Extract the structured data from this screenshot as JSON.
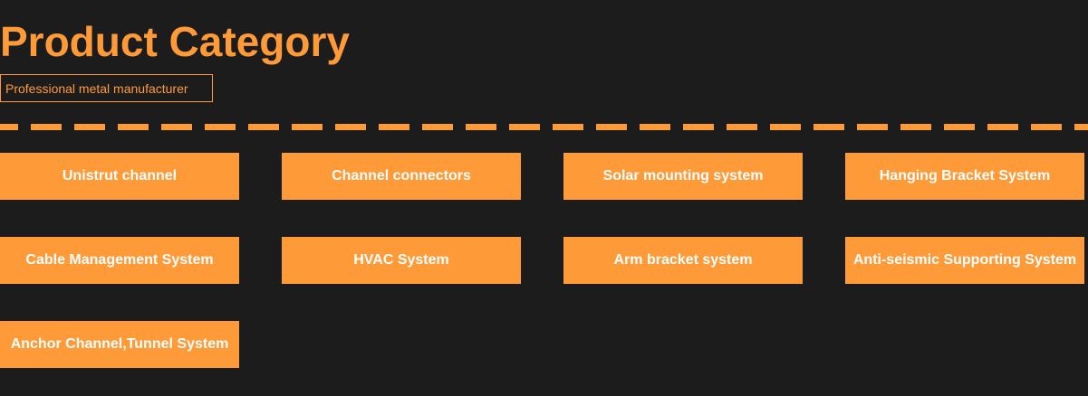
{
  "header": {
    "title": "Product Category",
    "subtitle": "Professional metal manufacturer"
  },
  "categories": [
    {
      "label": "Unistrut channel"
    },
    {
      "label": "Channel connectors"
    },
    {
      "label": "Solar mounting system"
    },
    {
      "label": "Hanging Bracket System"
    },
    {
      "label": "Cable Management System"
    },
    {
      "label": "HVAC System"
    },
    {
      "label": "Arm bracket system"
    },
    {
      "label": "Anti-seismic Supporting System"
    },
    {
      "label": "Anchor Channel,Tunnel System"
    }
  ],
  "colors": {
    "background": "#1c1c1c",
    "accent": "#ff9a38",
    "button_text": "#ffffff"
  }
}
